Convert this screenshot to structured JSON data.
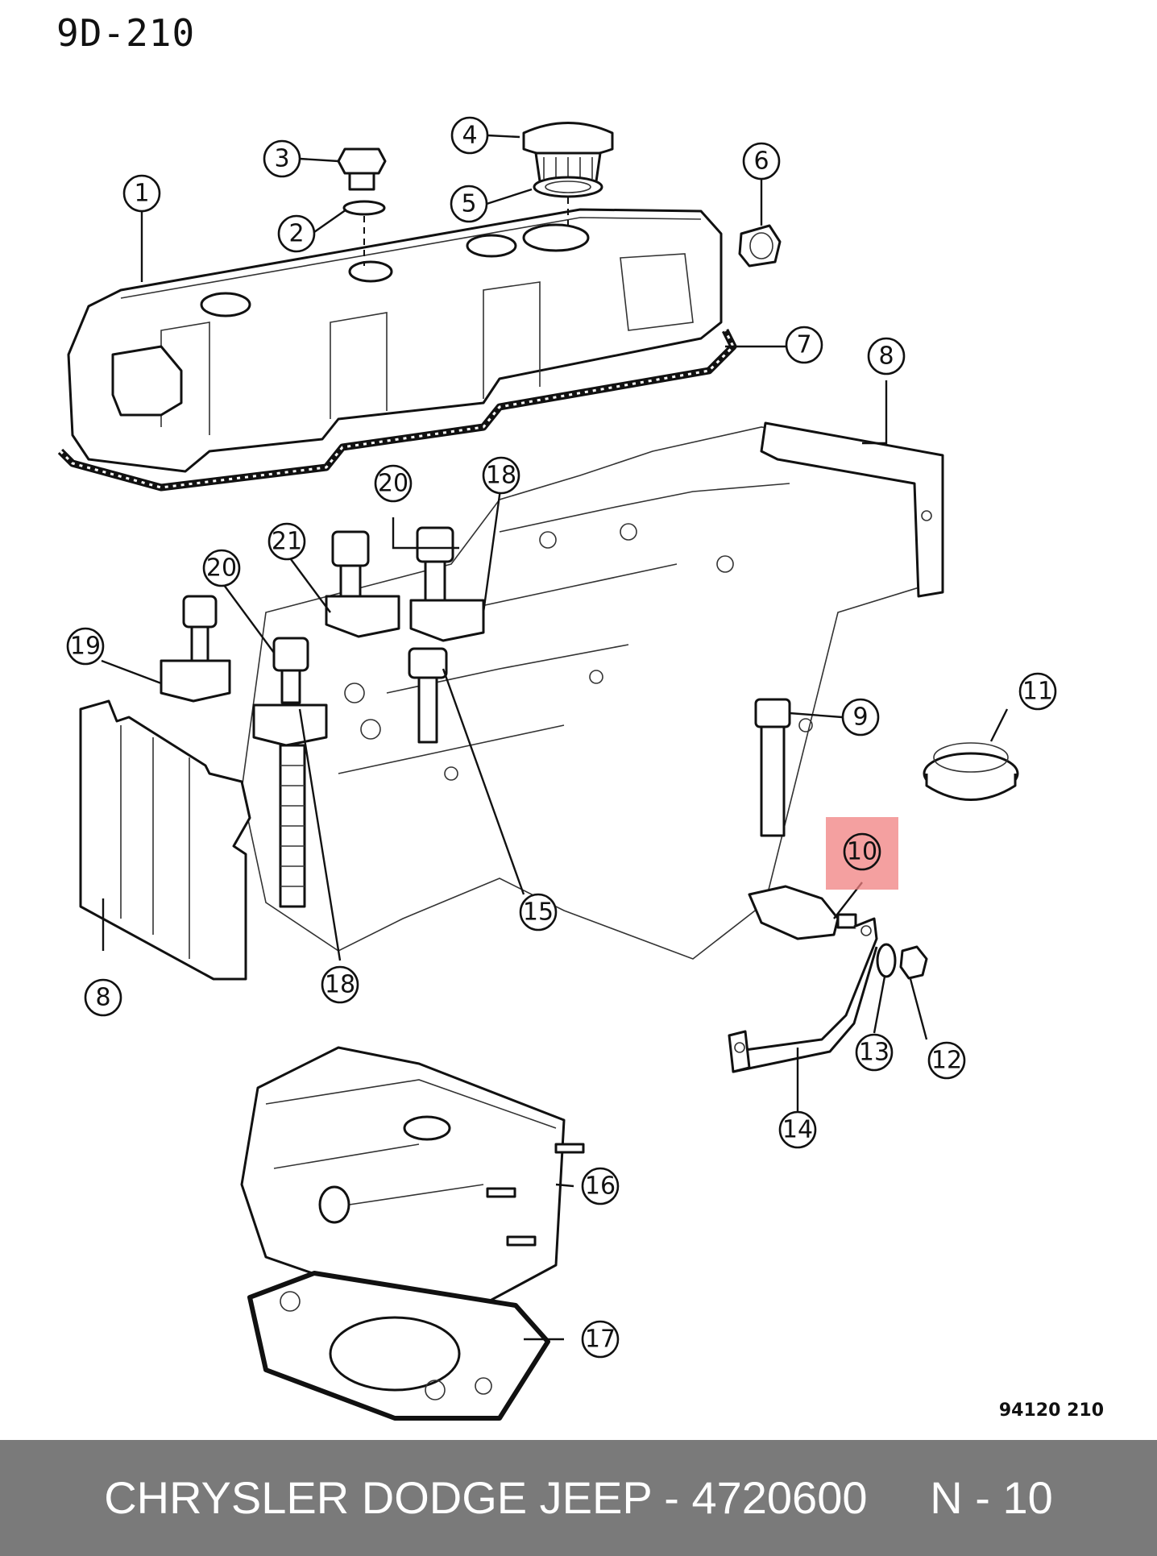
{
  "sheet_code": "9D-210",
  "figure_code": "94120  210",
  "highlight_color": "#f08080",
  "footer": {
    "text": "CHRYSLER DODGE JEEP - 4720600     N - 10",
    "background": "#7a7a7a"
  },
  "callouts": [
    {
      "id": "1",
      "label": "1"
    },
    {
      "id": "2",
      "label": "2"
    },
    {
      "id": "3",
      "label": "3"
    },
    {
      "id": "4",
      "label": "4"
    },
    {
      "id": "5",
      "label": "5"
    },
    {
      "id": "6",
      "label": "6"
    },
    {
      "id": "7",
      "label": "7"
    },
    {
      "id": "8a",
      "label": "8"
    },
    {
      "id": "8b",
      "label": "8"
    },
    {
      "id": "9",
      "label": "9"
    },
    {
      "id": "10",
      "label": "10",
      "highlighted": true
    },
    {
      "id": "11",
      "label": "11"
    },
    {
      "id": "12",
      "label": "12"
    },
    {
      "id": "13",
      "label": "13"
    },
    {
      "id": "14",
      "label": "14"
    },
    {
      "id": "15",
      "label": "15"
    },
    {
      "id": "16",
      "label": "16"
    },
    {
      "id": "17",
      "label": "17"
    },
    {
      "id": "18a",
      "label": "18"
    },
    {
      "id": "18b",
      "label": "18"
    },
    {
      "id": "19",
      "label": "19"
    },
    {
      "id": "20a",
      "label": "20"
    },
    {
      "id": "20b",
      "label": "20"
    },
    {
      "id": "21",
      "label": "21"
    }
  ]
}
